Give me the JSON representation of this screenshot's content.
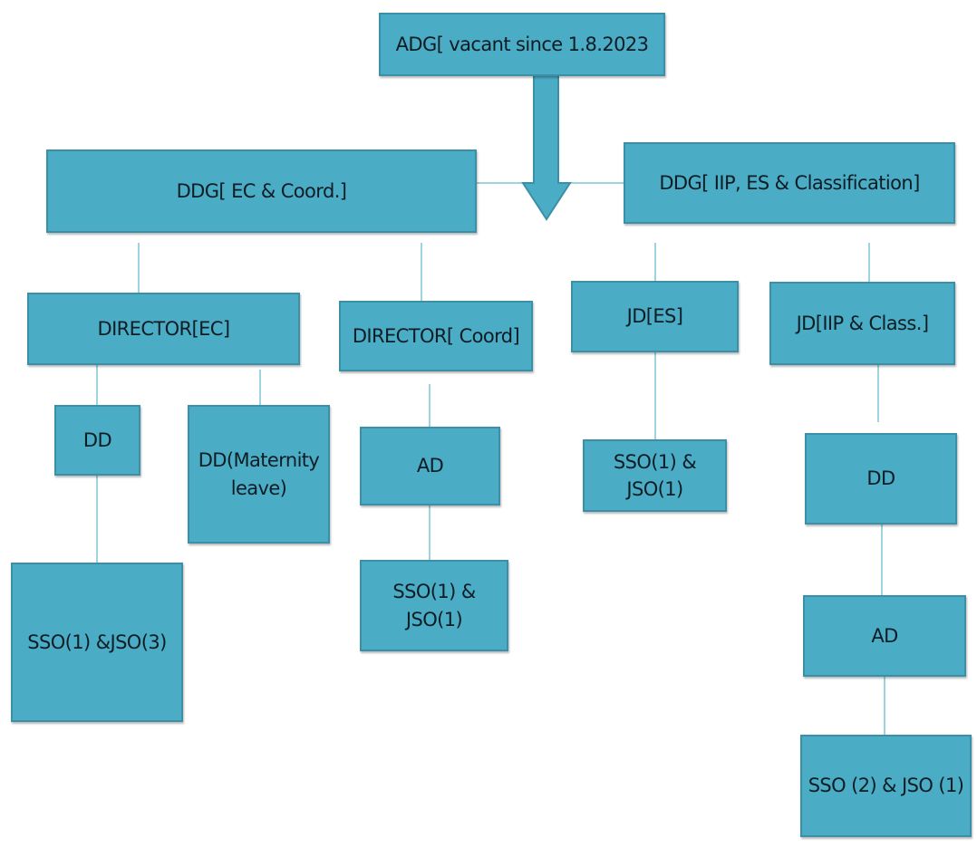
{
  "org_chart": {
    "top": {
      "adg": "ADG[ vacant since 1.8.2023"
    },
    "ddg": {
      "ec_coord": "DDG[ EC & Coord.]",
      "iip_es_class": "DDG[ IIP, ES & Classification]"
    },
    "directors": {
      "director_ec": "DIRECTOR[EC]",
      "director_coord": "DIRECTOR[ Coord]",
      "jd_es": "JD[ES]",
      "jd_iip_class": "JD[IIP & Class.]"
    },
    "ec_branch": {
      "dd": "DD",
      "dd_maternity_line1": "DD(Maternity",
      "dd_maternity_line2": "leave)",
      "staff": "SSO(1) &JSO(3)"
    },
    "coord_branch": {
      "ad": "AD",
      "staff_line1": "SSO(1) &",
      "staff_line2": "JSO(1)"
    },
    "es_branch": {
      "staff_line1": "SSO(1) &",
      "staff_line2": "JSO(1)"
    },
    "iip_branch": {
      "dd": "DD",
      "ad": "AD",
      "staff": "SSO (2) & JSO (1)"
    },
    "colors": {
      "box_fill": "#4bacc6",
      "box_border": "#3b8fa6",
      "connector": "#9fd3df",
      "text": "#0d1d24"
    }
  }
}
